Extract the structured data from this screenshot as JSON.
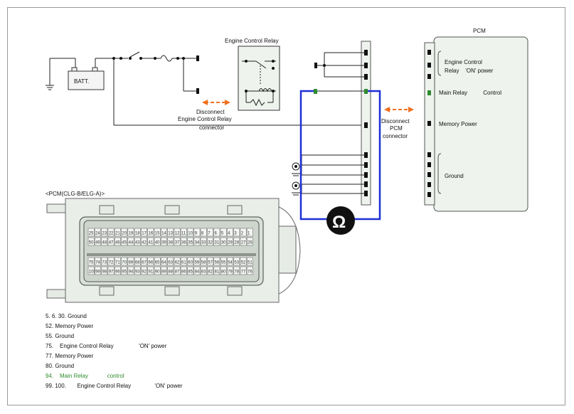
{
  "colors": {
    "blue_wire": "#1f2fd6",
    "arrow": "#f07020",
    "pcm_fill": "#eef3ee",
    "highlight": "#2e8b2e"
  },
  "battery": {
    "label": "BATT."
  },
  "relay": {
    "title": "Engine Control Relay"
  },
  "disconnect_relay": {
    "line1": "Disconnect",
    "line2": "Engine Control Relay",
    "line3": "connector"
  },
  "disconnect_pcm": {
    "line1": "Disconnect",
    "line2": "PCM",
    "line3": "connector"
  },
  "pcm_box": {
    "title": "PCM",
    "ecr_line1": "Engine Control",
    "ecr_line2": "Relay    'ON' power",
    "main_relay": "Main Relay          Control",
    "memory_power": "Memory Power",
    "ground": "Ground"
  },
  "meter": {
    "symbol": "Ω"
  },
  "connector_title": "<PCM(CLG-B/ELG-A)>",
  "pins": {
    "row1": [
      "25",
      "24",
      "23",
      "22",
      "21",
      "20",
      "19",
      "18",
      "17",
      "16",
      "15",
      "14",
      "13",
      "12",
      "11",
      "10",
      "9",
      "8",
      "7",
      "6",
      "5",
      "4",
      "3",
      "2",
      "1"
    ],
    "row2": [
      "50",
      "49",
      "48",
      "47",
      "46",
      "45",
      "44",
      "43",
      "42",
      "41",
      "40",
      "39",
      "38",
      "37",
      "36",
      "35",
      "34",
      "33",
      "32",
      "31",
      "30",
      "29",
      "28",
      "27",
      "26"
    ],
    "row3": [
      "75",
      "74",
      "73",
      "72",
      "71",
      "70",
      "69",
      "68",
      "67",
      "66",
      "65",
      "64",
      "63",
      "62",
      "61",
      "60",
      "59",
      "58",
      "57",
      "56",
      "55",
      "54",
      "53",
      "52",
      "51"
    ],
    "row4": [
      "100",
      "99",
      "98",
      "97",
      "96",
      "95",
      "94",
      "93",
      "92",
      "91",
      "90",
      "89",
      "88",
      "87",
      "86",
      "85",
      "84",
      "83",
      "82",
      "81",
      "80",
      "79",
      "78",
      "77",
      "76"
    ]
  },
  "legend": [
    {
      "text": "5. 6. 30. Ground",
      "highlight": false
    },
    {
      "text": "52. Memory Power",
      "highlight": false
    },
    {
      "text": "55. Ground",
      "highlight": false
    },
    {
      "text": "75.    Engine Control Relay                'ON' power",
      "highlight": false
    },
    {
      "text": "77. Memory Power",
      "highlight": false
    },
    {
      "text": "80. Ground",
      "highlight": false
    },
    {
      "text": "94.    Main Relay            control",
      "highlight": true
    },
    {
      "text": "99. 100.       Engine Control Relay               'ON' power",
      "highlight": false
    }
  ]
}
